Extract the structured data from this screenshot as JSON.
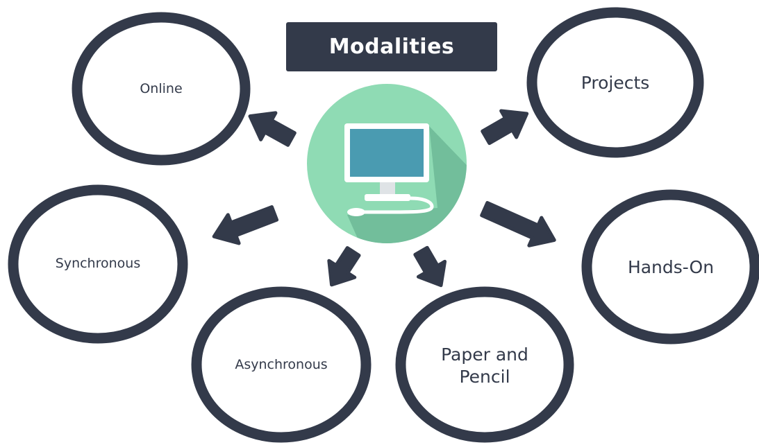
{
  "title": "Modalities",
  "colors": {
    "ink": "#333a4a",
    "hub_circle": "#8fdbb4",
    "hub_shadow": "#6db896",
    "monitor_screen": "#4a9bb1",
    "monitor_frame": "#ffffff",
    "monitor_stand": "#dfe3e6"
  },
  "center_icon": "desktop-computer-icon",
  "nodes": [
    {
      "id": "online",
      "label": "Online"
    },
    {
      "id": "projects",
      "label": "Projects"
    },
    {
      "id": "synchronous",
      "label": "Synchronous"
    },
    {
      "id": "hands-on",
      "label": "Hands-On"
    },
    {
      "id": "asynchronous",
      "label": "Asynchronous"
    },
    {
      "id": "paper-and-pencil",
      "label": "Paper and\nPencil"
    }
  ]
}
